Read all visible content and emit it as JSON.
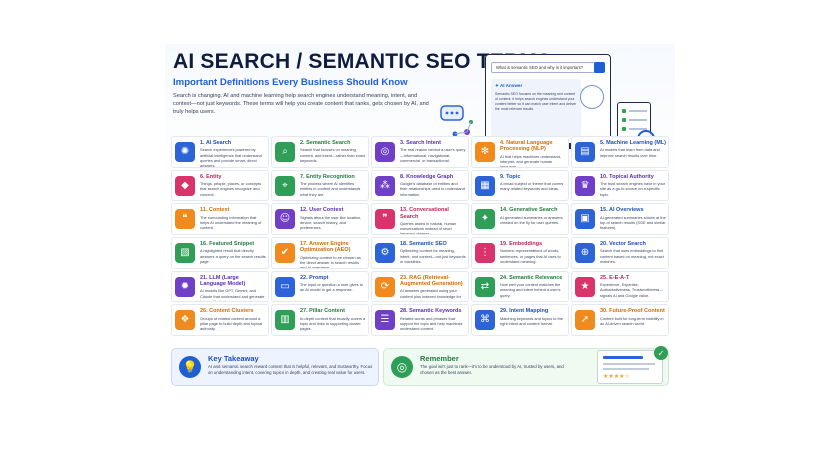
{
  "header": {
    "title": "AI SEARCH / SEMANTIC SEO TERMS",
    "subtitle": "Important Definitions Every Business Should Know",
    "intro": "Search is changing. AI and machine learning help search engines understand meaning, intent, and context—not just keywords. These terms will help you create content that ranks, gets chosen by AI, and truly helps users."
  },
  "illustration": {
    "search_query": "What is semantic SEO and why is it important?",
    "ai_answer_label": "✦ AI Answer",
    "ai_answer_text": "Semantic SEO focuses on the meaning and context of content. It helps search engines understand your content better so it can match user intent and deliver the most relevant results."
  },
  "terms": [
    {
      "title": "1. AI Search",
      "desc": "Search experiences powered by artificial intelligence that understand queries and provide smart, direct answers.",
      "icon": "network-icon",
      "glyph": "✺",
      "color": "blue"
    },
    {
      "title": "2. Semantic Search",
      "desc": "Search that focuses on meaning, content, and intent—rather than exact keywords.",
      "icon": "search-icon",
      "glyph": "⌕",
      "color": "green"
    },
    {
      "title": "3. Search Intent",
      "desc": "The real reason behind a user's query—informational, navigational, commercial, or transactional.",
      "icon": "target-icon",
      "glyph": "◎",
      "color": "purple"
    },
    {
      "title": "4. Natural Language Processing (NLP)",
      "desc": "AI that helps machines understand, interpret, and generate human language.",
      "icon": "gear-network-icon",
      "glyph": "✻",
      "color": "orange"
    },
    {
      "title": "5. Machine Learning (ML)",
      "desc": "AI models that learn from data and improve search results over time.",
      "icon": "chart-icon",
      "glyph": "▤",
      "color": "blue"
    },
    {
      "title": "6. Entity",
      "desc": "Things, people, places, or concepts that search engines recognize and connect.",
      "icon": "shapes-icon",
      "glyph": "◆",
      "color": "pink"
    },
    {
      "title": "7. Entity Recognition",
      "desc": "The process where AI identifies entities in content and understands what they are.",
      "icon": "tag-icon",
      "glyph": "⌖",
      "color": "green"
    },
    {
      "title": "8. Knowledge Graph",
      "desc": "Google's database of entities and their relationships used to understand information.",
      "icon": "graph-icon",
      "glyph": "⁂",
      "color": "purple"
    },
    {
      "title": "9. Topic",
      "desc": "A broad subject or theme that covers many related keywords and ideas.",
      "icon": "document-icon",
      "glyph": "▦",
      "color": "blue"
    },
    {
      "title": "10. Topical Authority",
      "desc": "The trust search engines have in your site as a go-to source on a specific topic.",
      "icon": "shield-icon",
      "glyph": "♛",
      "color": "purple"
    },
    {
      "title": "11. Context",
      "desc": "The surrounding information that helps AI understand the meaning of content.",
      "icon": "chat-icon",
      "glyph": "❝",
      "color": "orange"
    },
    {
      "title": "12. User Context",
      "desc": "Signals about the user like location, device, search history, and preferences.",
      "icon": "user-icon",
      "glyph": "☺",
      "color": "purple"
    },
    {
      "title": "13. Conversational Search",
      "desc": "Queries asked in natural, human conversations instead of short keyword phrases.",
      "icon": "conversation-icon",
      "glyph": "❞",
      "color": "pink"
    },
    {
      "title": "14. Generative Search",
      "desc": "AI-generated summaries or answers created on the fly for user queries.",
      "icon": "sparkle-icon",
      "glyph": "✦",
      "color": "green"
    },
    {
      "title": "15. AI Overviews",
      "desc": "AI-generated summaries shown at the top of search results (SGE and similar features).",
      "icon": "overview-icon",
      "glyph": "▣",
      "color": "blue"
    },
    {
      "title": "16. Featured Snippet",
      "desc": "A highlighted result that directly answers a query on the search results page.",
      "icon": "snippet-icon",
      "glyph": "▧",
      "color": "green"
    },
    {
      "title": "17. Answer Engine Optimization (AEO)",
      "desc": "Optimizing content to be chosen as the direct answer in search results and AI overviews.",
      "icon": "answer-icon",
      "glyph": "✔",
      "color": "orange"
    },
    {
      "title": "18. Semantic SEO",
      "desc": "Optimizing content for meaning, intent, and context—not just keywords or backlinks.",
      "icon": "seo-icon",
      "glyph": "⚙",
      "color": "blue"
    },
    {
      "title": "19. Embeddings",
      "desc": "Numeric representations of words, sentences, or pages that AI uses to understand meaning.",
      "icon": "vector-icon",
      "glyph": "⋮",
      "color": "pink"
    },
    {
      "title": "20. Vector Search",
      "desc": "Search that uses embeddings to find content based on meaning, not exact matches.",
      "icon": "vector-search-icon",
      "glyph": "⊕",
      "color": "blue"
    },
    {
      "title": "21. LLM (Large Language Model)",
      "desc": "AI models like GPT, Gemini, and Claude that understand and generate human-like text.",
      "icon": "brain-icon",
      "glyph": "✹",
      "color": "purple"
    },
    {
      "title": "22. Prompt",
      "desc": "The input or question a user gives to an AI model to get a response.",
      "icon": "prompt-icon",
      "glyph": "▭",
      "color": "blue"
    },
    {
      "title": "23. RAG (Retrieval-Augmented Generation)",
      "desc": "AI answers generated using your content plus indexed knowledge for more accurate responses.",
      "icon": "retrieval-icon",
      "glyph": "⟳",
      "color": "orange"
    },
    {
      "title": "24. Semantic Relevance",
      "desc": "How well your content matches the meaning and intent behind a user's query.",
      "icon": "relevance-icon",
      "glyph": "⇄",
      "color": "green"
    },
    {
      "title": "25. E-E-A-T",
      "desc": "Experience, Expertise, Authoritativeness, Trustworthiness—signals AI and Google value.",
      "icon": "badge-icon",
      "glyph": "★",
      "color": "pink"
    },
    {
      "title": "26. Content Clusters",
      "desc": "Groups of related content around a pillar page to build depth and topical authority.",
      "icon": "cluster-icon",
      "glyph": "❖",
      "color": "orange"
    },
    {
      "title": "27. Pillar Content",
      "desc": "In-depth content that broadly covers a topic and links to supporting cluster pages.",
      "icon": "pillar-icon",
      "glyph": "▥",
      "color": "green"
    },
    {
      "title": "28. Semantic Keywords",
      "desc": "Related words and phrases that support the topic and help machines understand context.",
      "icon": "keywords-icon",
      "glyph": "☰",
      "color": "purple"
    },
    {
      "title": "29. Intent Mapping",
      "desc": "Matching keywords and topics to the right intent and content format.",
      "icon": "map-icon",
      "glyph": "⌘",
      "color": "blue"
    },
    {
      "title": "30. Future-Proof Content",
      "desc": "Content built for long-term visibility in an AI-driven search world.",
      "icon": "rocket-icon",
      "glyph": "➚",
      "color": "orange"
    }
  ],
  "footer": {
    "takeaway_title": "Key Takeaway",
    "takeaway_text": "AI and semantic search reward content that is helpful, relevant, and trustworthy. Focus on understanding intent, covering topics in depth, and creating real value for users.",
    "remember_title": "Remember",
    "remember_text": "The goal isn't just to rank—it's to be understood by AI, trusted by users, and chosen as the best answer."
  },
  "colors": {
    "blue": "#2d63d8",
    "green": "#2f9e56",
    "purple": "#6f3fc8",
    "orange": "#f08a1c",
    "pink": "#d8336a"
  }
}
